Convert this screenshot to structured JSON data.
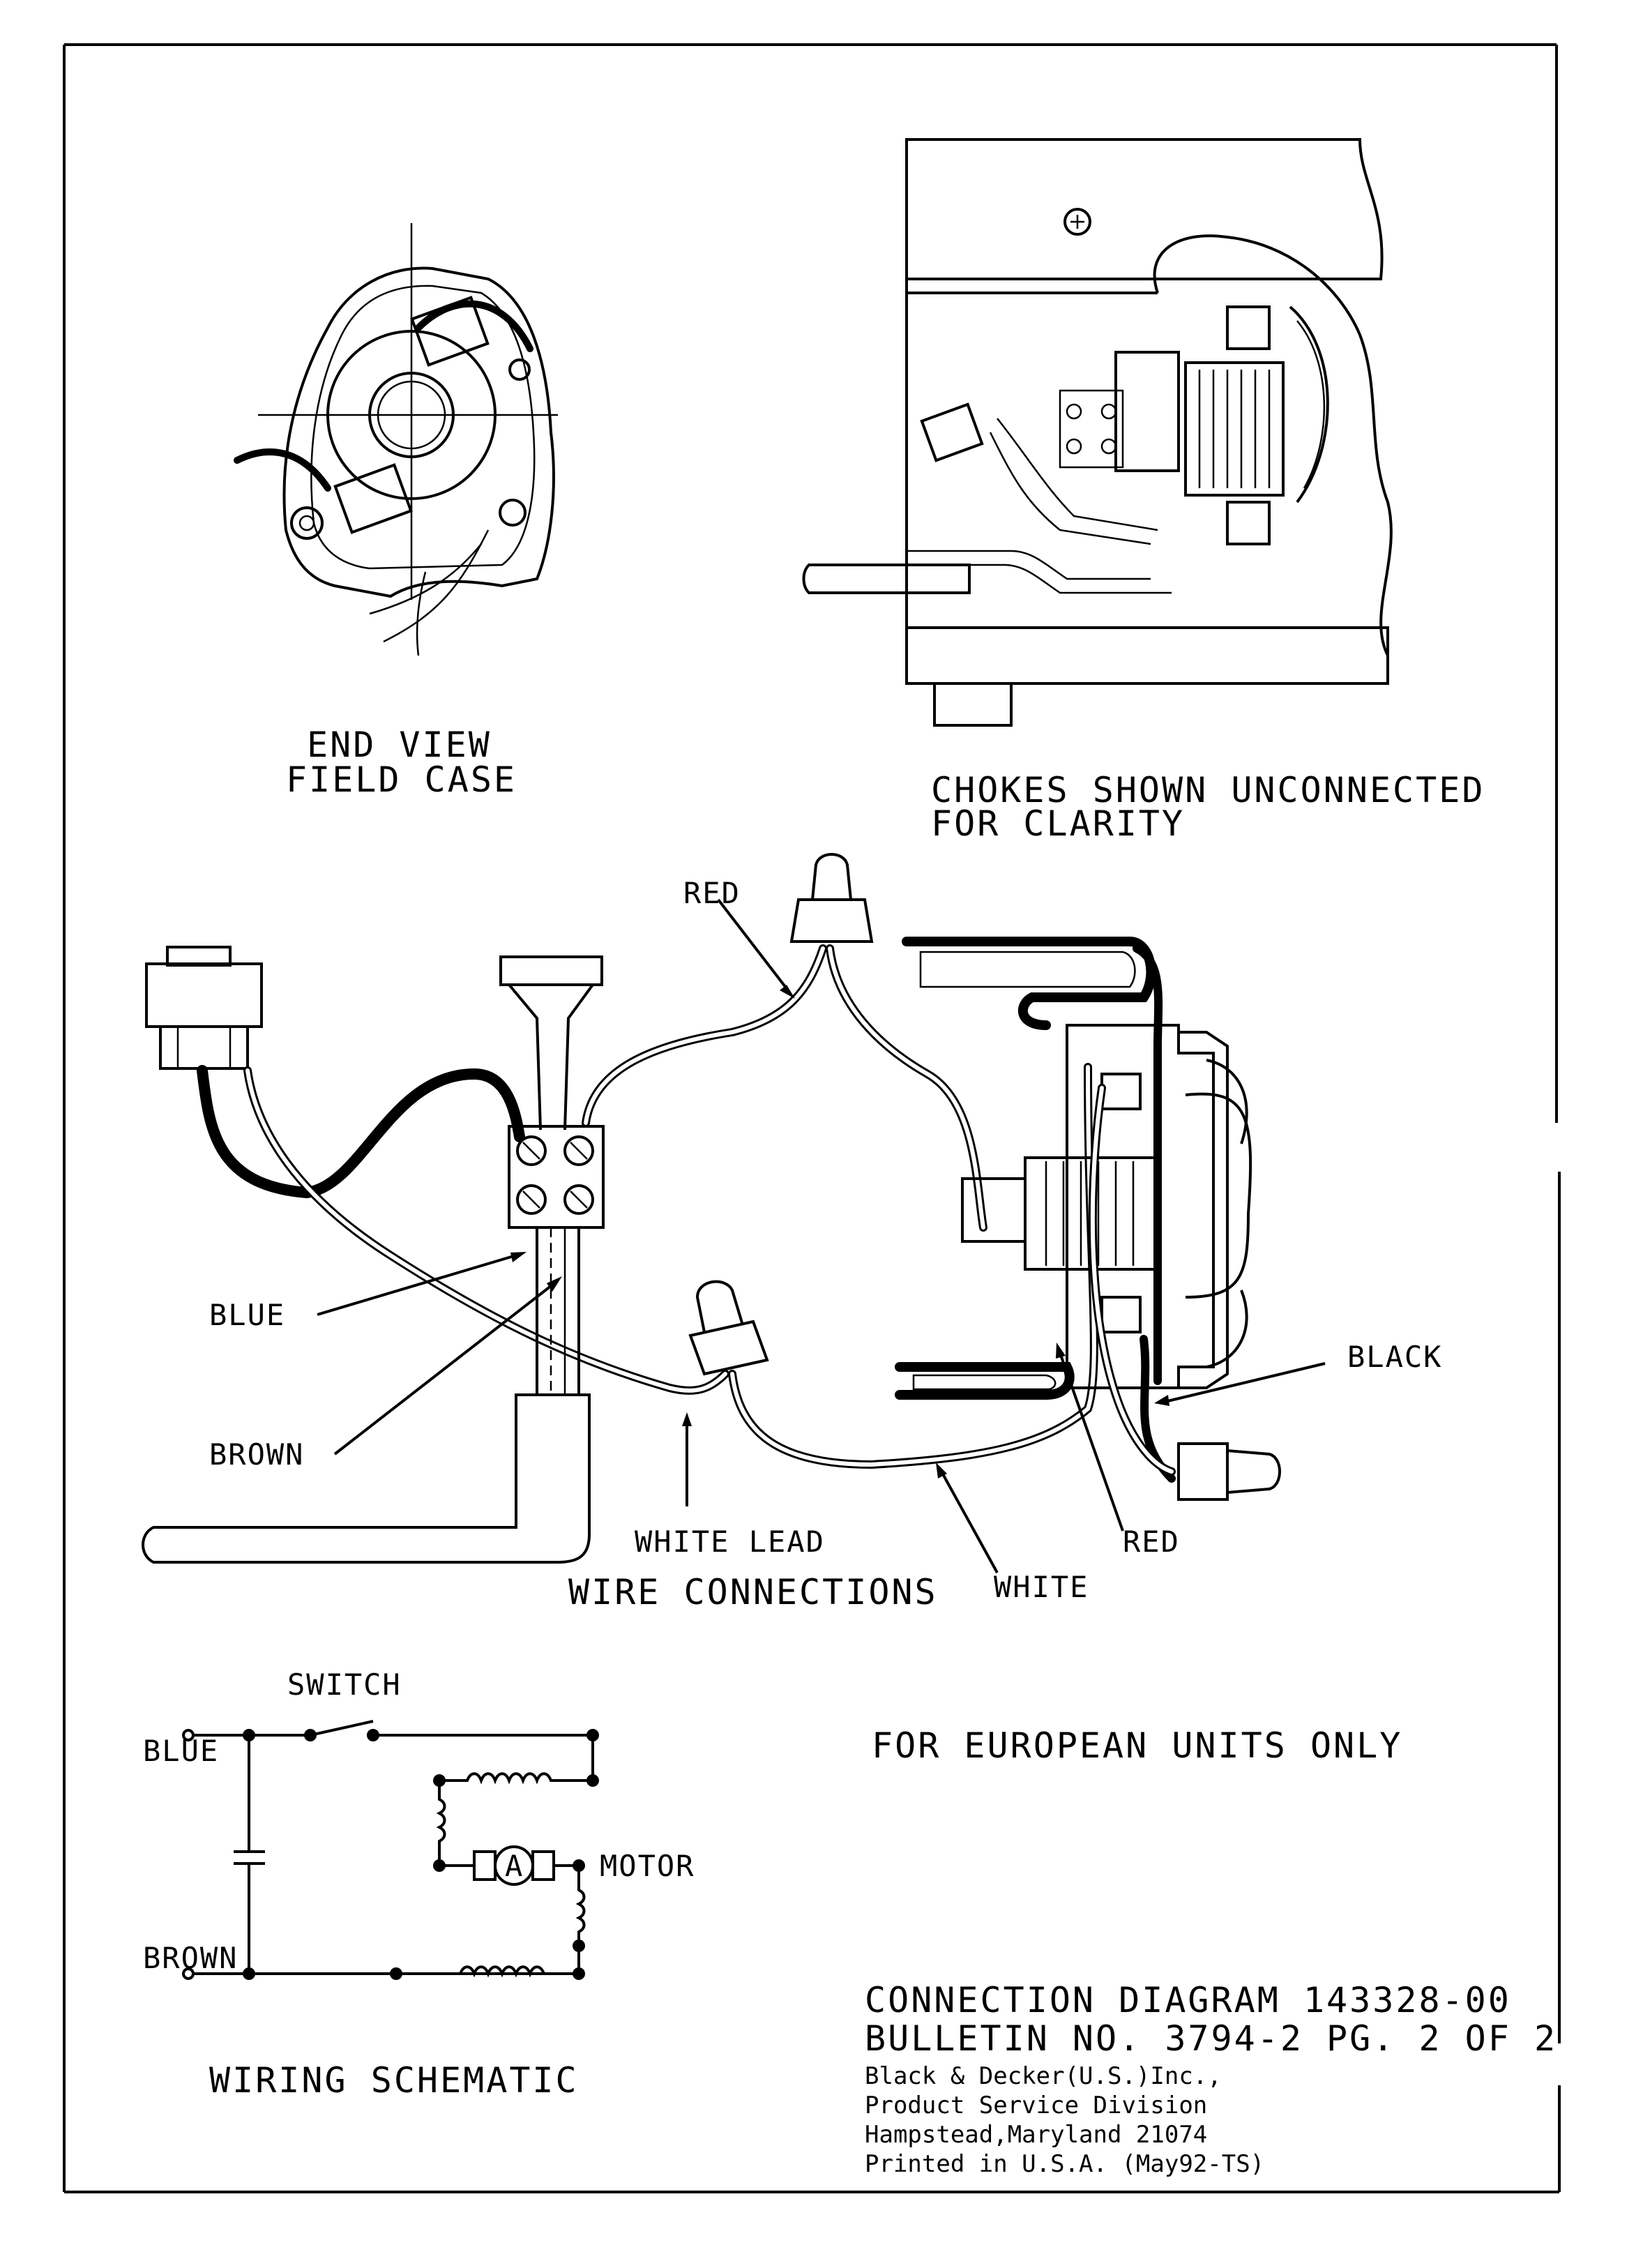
{
  "end_view": {
    "line1": "END VIEW",
    "line2": "FIELD CASE"
  },
  "cutaway": {
    "line1": "CHOKES SHOWN UNCONNECTED",
    "line2": "FOR CLARITY"
  },
  "wire_connections": {
    "title": "WIRE CONNECTIONS",
    "labels": {
      "red_top": "RED",
      "blue": "BLUE",
      "brown": "BROWN",
      "black": "BLACK",
      "white_lead": "WHITE LEAD",
      "white": "WHITE",
      "red_bottom": "RED"
    }
  },
  "schematic": {
    "title": "WIRING SCHEMATIC",
    "switch": "SWITCH",
    "blue": "BLUE",
    "brown": "BROWN",
    "motor": "MOTOR",
    "armature": "A"
  },
  "notice": "FOR EUROPEAN UNITS ONLY",
  "footer": {
    "line1": "CONNECTION DIAGRAM 143328-00",
    "line2": "BULLETIN NO. 3794-2 PG. 2 OF 2",
    "line3": "Black & Decker(U.S.)Inc.,",
    "line4": "Product Service Division",
    "line5": "Hampstead,Maryland 21074",
    "line6": "Printed in U.S.A.  (May92-TS)"
  }
}
